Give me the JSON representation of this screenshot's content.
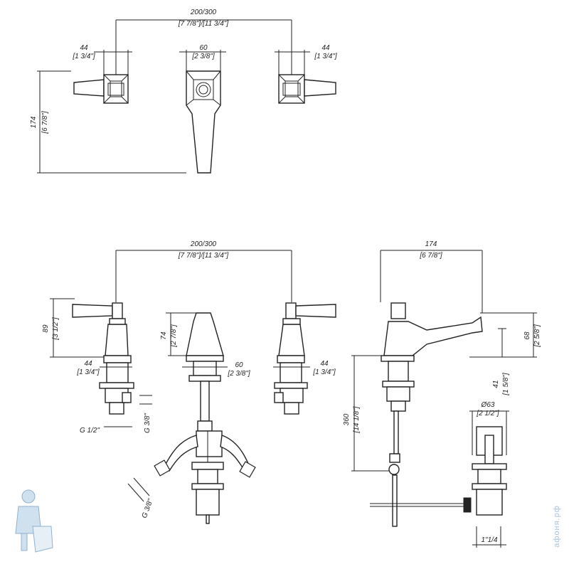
{
  "dimensions": {
    "top_width": "200/300",
    "top_width_in": "[7 7/8\"]/[11 3/4\"]",
    "top_left_handle": "44",
    "top_left_handle_in": "[1 3/4\"]",
    "top_spout": "60",
    "top_spout_in": "[2 3/8\"]",
    "top_right_handle": "44",
    "top_right_handle_in": "[1 3/4\"]",
    "top_depth": "174",
    "top_depth_in": "[6 7/8\"]",
    "front_width": "200/300",
    "front_width_in": "[7 7/8\"]/[11 3/4\"]",
    "front_height": "89",
    "front_height_in": "[3 1/2\"]",
    "front_left_base": "44",
    "front_left_base_in": "[1 3/4\"]",
    "spout_height": "74",
    "spout_height_in": "[2 7/8\"]",
    "spout_base": "60",
    "spout_base_in": "[2 3/8\"]",
    "front_right_base": "44",
    "front_right_base_in": "[1 3/4\"]",
    "thread_left": "G 1/2\"",
    "thread_mid": "G 3/8\"",
    "thread_hose": "G 3/8\"",
    "side_width": "174",
    "side_width_in": "[6 7/8\"]",
    "side_spout_h": "68",
    "side_spout_h_in": "[2 5/8\"]",
    "side_clear": "41",
    "side_clear_in": "[1 5/8\"]",
    "side_total": "360",
    "side_total_in": "[14 1/8\"]",
    "drain_dia": "Ø63",
    "drain_dia_in": "[2 1/2\"]",
    "drain_thread": "1\"1/4"
  },
  "watermark": "афоня.рф"
}
